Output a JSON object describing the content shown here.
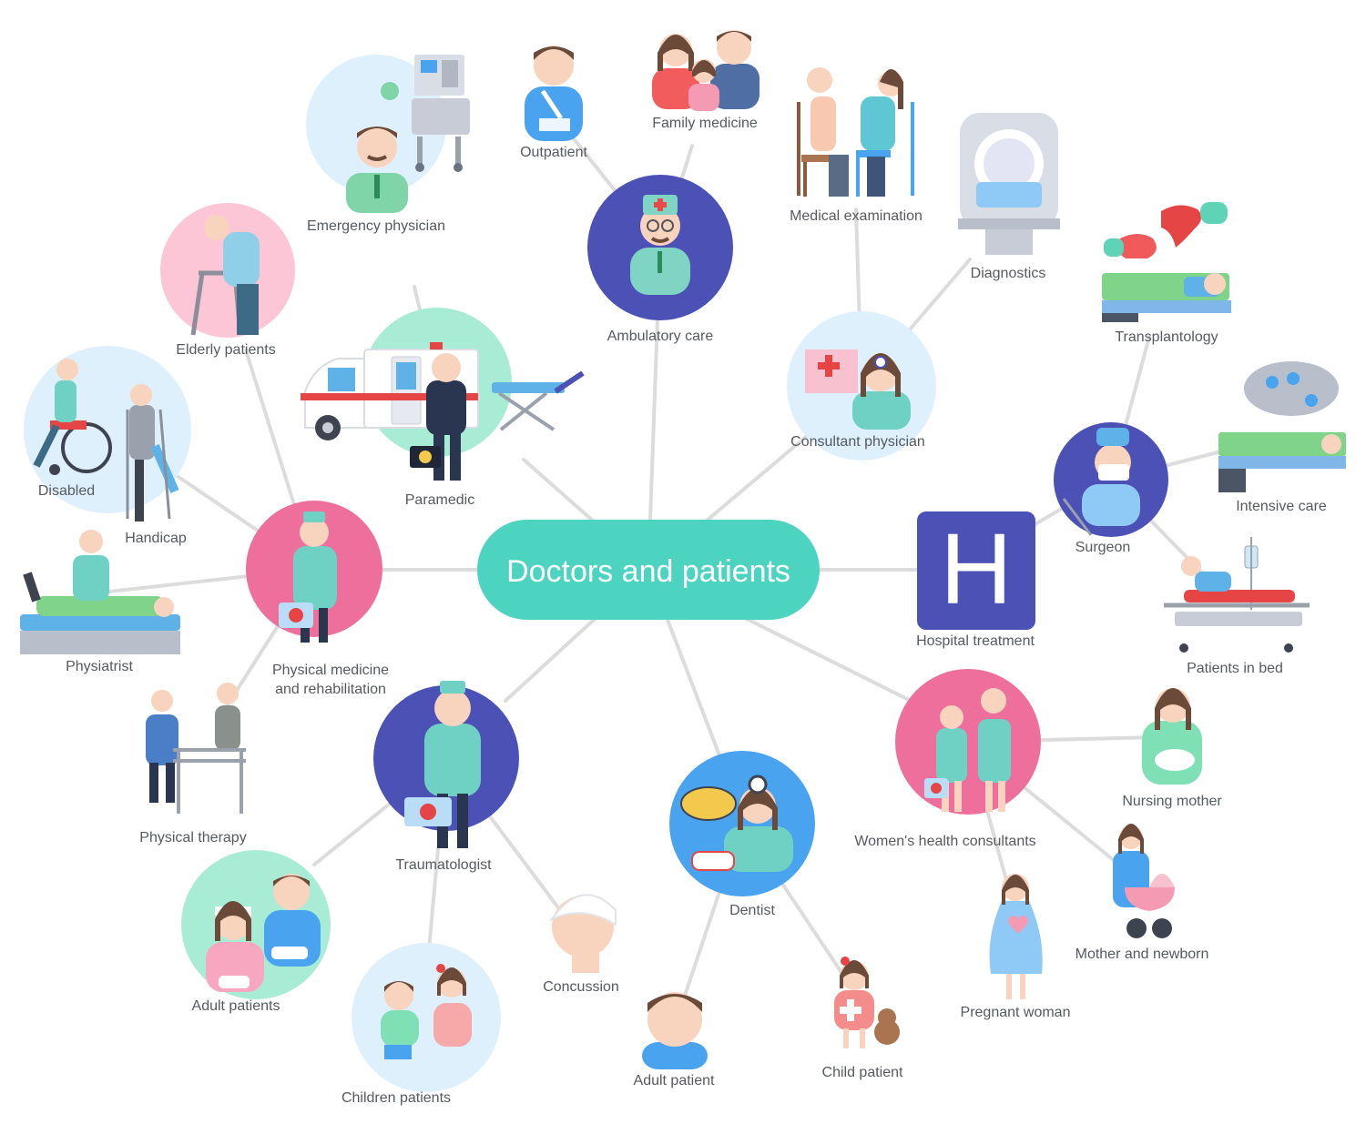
{
  "hub": {
    "label": "Doctors and patients",
    "color": "#4dd4c1"
  },
  "colors": {
    "dark_blue": "#4c51b5",
    "pink": "#ef6f9c",
    "light_blue": "#dff0fd",
    "light_pink": "#fdc6d6",
    "mint": "#a8ecd6",
    "blue": "#4aa3ee",
    "hospital_blue": "#4c51b5",
    "line": "#dcdcdc",
    "text": "#555a60"
  },
  "nodes": {
    "emergency_physician": {
      "label": "Emergency physician",
      "icon": "doctor-anesthesia-icon"
    },
    "outpatient": {
      "label": "Outpatient",
      "icon": "arm-sling-patient-icon"
    },
    "family_medicine": {
      "label": "Family medicine",
      "icon": "family-icon"
    },
    "ambulatory_care": {
      "label": "Ambulatory care",
      "icon": "doctor-icon"
    },
    "medical_examination": {
      "label": "Medical examination",
      "icon": "stethoscope-exam-icon"
    },
    "diagnostics": {
      "label": "Diagnostics",
      "icon": "mri-scanner-icon"
    },
    "transplantology": {
      "label": "Transplantology",
      "icon": "organ-transplant-icon"
    },
    "elderly_patients": {
      "label": "Elderly patients",
      "icon": "walker-elderly-icon"
    },
    "paramedic": {
      "label": "Paramedic",
      "icon": "ambulance-icon"
    },
    "consultant_physician": {
      "label": "Consultant physician",
      "icon": "female-doctor-icon"
    },
    "disabled": {
      "label": "Disabled",
      "icon": "wheelchair-icon"
    },
    "handicap": {
      "label": "Handicap",
      "icon": "crutches-icon"
    },
    "surgeon": {
      "label": "Surgeon",
      "icon": "surgeon-icon"
    },
    "intensive_care": {
      "label": "Intensive care",
      "icon": "icu-bed-icon"
    },
    "physiatrist": {
      "label": "Physiatrist",
      "icon": "physio-table-icon"
    },
    "physical_medicine": {
      "label_line1": "Physical medicine",
      "label_line2": "and rehabilitation",
      "icon": "rehab-doctor-icon"
    },
    "hospital_treatment": {
      "label": "Hospital treatment",
      "icon": "hospital-h-icon",
      "letter": "H"
    },
    "patients_in_bed": {
      "label": "Patients in bed",
      "icon": "hospital-bed-icon"
    },
    "physical_therapy": {
      "label": "Physical therapy",
      "icon": "parallel-bars-icon"
    },
    "traumatologist": {
      "label": "Traumatologist",
      "icon": "trauma-doctor-icon"
    },
    "dentist": {
      "label": "Dentist",
      "icon": "dentist-icon"
    },
    "womens_health": {
      "label": "Women's health consultants",
      "icon": "nurses-icon"
    },
    "nursing_mother": {
      "label": "Nursing mother",
      "icon": "nursing-mother-icon"
    },
    "adult_patients": {
      "label": "Adult patients",
      "icon": "bandaged-adults-icon"
    },
    "concussion": {
      "label": "Concussion",
      "icon": "head-bandage-icon"
    },
    "mother_newborn": {
      "label": "Mother and newborn",
      "icon": "stroller-icon"
    },
    "children_patients": {
      "label": "Children patients",
      "icon": "children-icon"
    },
    "adult_patient": {
      "label": "Adult patient",
      "icon": "man-avatar-icon"
    },
    "child_patient": {
      "label": "Child patient",
      "icon": "girl-teddy-icon"
    },
    "pregnant_woman": {
      "label": "Pregnant woman",
      "icon": "pregnant-icon"
    }
  }
}
